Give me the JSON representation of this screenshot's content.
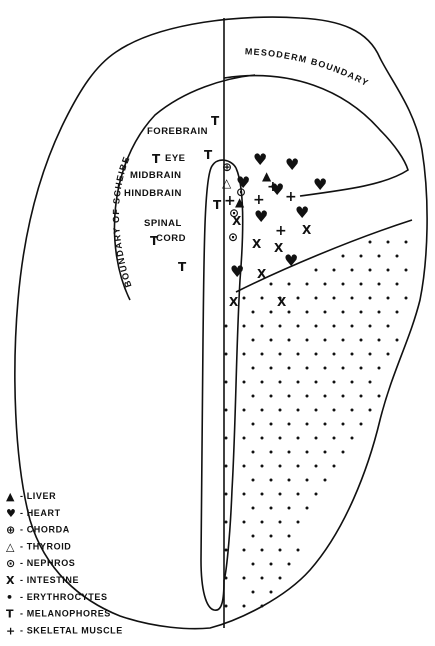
{
  "diagram": {
    "boundaries": {
      "mesoderm": "MESODERM BOUNDARY",
      "scheibe": "BOUNDARY OF SCHEIBE"
    },
    "regions": {
      "forebrain": "FOREBRAIN",
      "eye": "EYE",
      "midbrain": "MIDBRAIN",
      "hindbrain": "HINDBRAIN",
      "spinal": "SPINAL",
      "cord": "CORD"
    },
    "legend": [
      {
        "symbol": "▲",
        "label": "- LIVER"
      },
      {
        "symbol": "♥",
        "label": "- HEART"
      },
      {
        "symbol": "⊕",
        "label": "- CHORDA"
      },
      {
        "symbol": "△",
        "label": "- THYROID"
      },
      {
        "symbol": "⊙",
        "label": "- NEPHROS"
      },
      {
        "symbol": "X",
        "label": "- INTESTINE"
      },
      {
        "symbol": "•",
        "label": "- ERYTHROCYTES"
      },
      {
        "symbol": "T",
        "label": "- MELANOPHORES"
      },
      {
        "symbol": "+",
        "label": "- SKELETAL MUSCLE"
      }
    ]
  }
}
